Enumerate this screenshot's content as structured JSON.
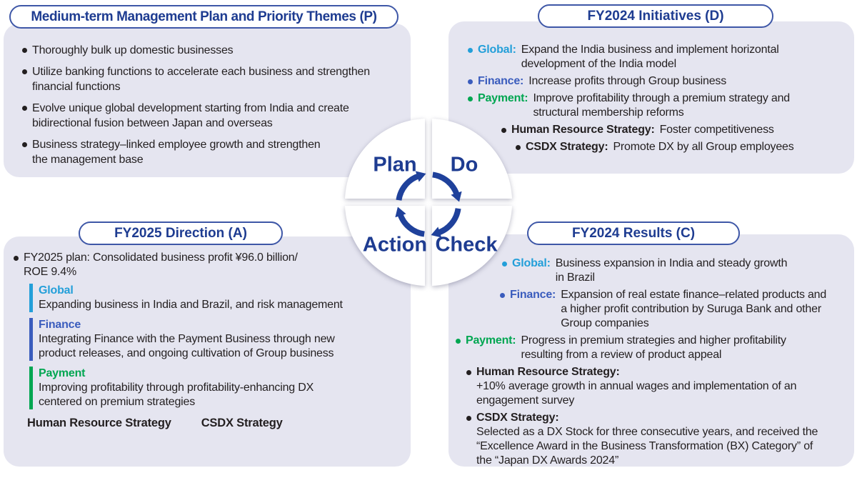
{
  "colors": {
    "panel_bg": "#e5e5f0",
    "navy": "#1e3c91",
    "pill_border": "#3e57a7",
    "global_cyan": "#239fd9",
    "finance_blue": "#3a5cbd",
    "payment_green": "#00a651",
    "body_text": "#231f20"
  },
  "wheel": {
    "labels": [
      "Plan",
      "Do",
      "Action",
      "Check"
    ],
    "arrow_color": "#1f419b"
  },
  "panels": {
    "plan": {
      "title": "Medium-term Management Plan and Priority Themes (P)",
      "bullets": [
        "Thoroughly bulk up domestic businesses",
        "Utilize banking functions to accelerate each business and strengthen\nfinancial functions",
        "Evolve unique global development starting from India and create\nbidirectional fusion between Japan and overseas",
        "Business strategy–linked employee growth and strengthen\nthe management base"
      ]
    },
    "do": {
      "title": "FY2024 Initiatives (D)",
      "items": [
        {
          "label": "Global:",
          "color": "#239fd9",
          "text": "Expand the India business and implement horizontal\ndevelopment of the India model"
        },
        {
          "label": "Finance:",
          "color": "#3a5cbd",
          "text": "Increase profits through Group business"
        },
        {
          "label": "Payment:",
          "color": "#00a651",
          "text": "Improve profitability through a premium strategy and\nstructural membership reforms"
        },
        {
          "label": "Human Resource Strategy:",
          "color": "#231f20",
          "text": "Foster competitiveness"
        },
        {
          "label": "CSDX Strategy:",
          "color": "#231f20",
          "text": "Promote DX by all Group employees"
        }
      ]
    },
    "action": {
      "title": "FY2025 Direction (A)",
      "lead": "FY2025 plan: Consolidated business profit ¥96.0 billion/\nROE 9.4%",
      "blocks": [
        {
          "label": "Global",
          "color": "#239fd9",
          "text": "Expanding business in India and Brazil, and risk management"
        },
        {
          "label": "Finance",
          "color": "#3a5cbd",
          "text": "Integrating Finance with the Payment Business through new\nproduct releases, and ongoing cultivation of Group business"
        },
        {
          "label": "Payment",
          "color": "#00a651",
          "text": "Improving profitability through profitability-enhancing DX\ncentered on premium strategies"
        }
      ],
      "footer": [
        "Human Resource Strategy",
        "CSDX Strategy"
      ]
    },
    "check": {
      "title": "FY2024 Results (C)",
      "items": [
        {
          "label": "Global:",
          "color": "#239fd9",
          "text": "Business expansion in India and steady growth\nin Brazil"
        },
        {
          "label": "Finance:",
          "color": "#3a5cbd",
          "text": "Expansion of real estate finance–related products and\na higher profit contribution by Suruga Bank and other\nGroup companies"
        },
        {
          "label": "Payment:",
          "color": "#00a651",
          "text": "Progress in premium strategies and higher profitability\nresulting from a review of product appeal"
        },
        {
          "label": "Human Resource Strategy:",
          "color": "#231f20",
          "text": "+10% average growth in annual wages and implementation of an\nengagement survey"
        },
        {
          "label": "CSDX Strategy:",
          "color": "#231f20",
          "text": "Selected as a DX Stock for three consecutive years, and received the\n“Excellence Award in the Business Transformation (BX) Category” of\nthe “Japan DX Awards 2024”"
        }
      ]
    }
  }
}
